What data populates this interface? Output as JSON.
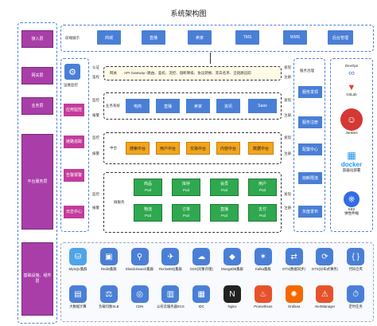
{
  "title": "系统架构图",
  "left_column": [
    {
      "label": "接入层"
    },
    {
      "label": "网关层"
    },
    {
      "label": "业务层"
    },
    {
      "label": "平台服务层"
    },
    {
      "label": "基础设施、组件层"
    }
  ],
  "frontend": {
    "label": "前端展示",
    "systems": [
      "商城",
      "直播",
      "卖家",
      "TMS",
      "WMS",
      "后台管理"
    ]
  },
  "ops": {
    "gateway_monitor": "运维监控",
    "app_monitor": "应用监控",
    "link_trace": "链路追踪",
    "log_alert": "告警报警",
    "log_center": "日志中心"
  },
  "gateway": {
    "label": "网关",
    "content": "API Gateway--路由、鉴权、流控、熔断降级、协议转换、黑白名单、全链路追踪",
    "left_labels": [
      "认证",
      "鉴权"
    ],
    "right_labels": [
      "发现",
      "注册"
    ]
  },
  "business": {
    "label": "业务系统",
    "left_labels": [
      "监控",
      "报警"
    ],
    "right_labels": [
      "发现",
      "注册"
    ],
    "items": [
      "电商",
      "直播",
      "卖家",
      "资讯",
      "Saas"
    ]
  },
  "middle_platform": {
    "label": "中台",
    "left_labels": [
      "监控",
      "报警"
    ],
    "right_labels": [
      "发现",
      "注册"
    ],
    "items": [
      "搜索中台",
      "用户中台",
      "交易中台",
      "内容中台",
      "数据中台"
    ]
  },
  "microservices": {
    "label": "微服务",
    "left_labels": [
      "监控",
      "报警"
    ],
    "right_labels": [
      "发现",
      "注册"
    ],
    "pods_row1": [
      {
        "name": "商品",
        "pod": "Pod"
      },
      {
        "name": "库存",
        "pod": "Pod"
      },
      {
        "name": "会员",
        "pod": "Pod"
      },
      {
        "name": "用户",
        "pod": "Pod"
      }
    ],
    "pods_row2": [
      {
        "name": "物流",
        "pod": "Pod"
      },
      {
        "name": "订单",
        "pod": "Pod"
      },
      {
        "name": "直播",
        "pod": "Pod"
      },
      {
        "name": "支付",
        "pod": "Pod"
      }
    ],
    "pod_row_label": "Pod"
  },
  "governance": {
    "label": "服务治理",
    "items": [
      "服务发现",
      "服务注册",
      "配置中心",
      "熔断限流",
      "灰度发布"
    ]
  },
  "devops": {
    "items": [
      {
        "label": "DevOps",
        "icon": "devops-icon"
      },
      {
        "label": "GitLab",
        "icon": "gitlab-icon"
      },
      {
        "label": "Jenkins",
        "icon": "jenkins-icon"
      },
      {
        "label": "docker",
        "icon": "docker-icon"
      },
      {
        "label": "容器化部署",
        "icon": ""
      },
      {
        "label": "K8S",
        "icon": "k8s-icon"
      },
      {
        "label": "弹性伸缩",
        "icon": ""
      }
    ]
  },
  "infra": {
    "row1": [
      {
        "label": "MySQL集群",
        "icon": "mysql-icon",
        "color": "#4ea5e8"
      },
      {
        "label": "Redis集群",
        "icon": "redis-icon",
        "color": "#4a7fd6"
      },
      {
        "label": "ElasticSearch集群",
        "icon": "elasticsearch-icon",
        "color": "#4a7fd6"
      },
      {
        "label": "RocketMQ集群",
        "icon": "rocketmq-icon",
        "color": "#4a7fd6"
      },
      {
        "label": "OSS(对象存储)",
        "icon": "oss-icon",
        "color": "#4a7fd6"
      },
      {
        "label": "MongoDB集群",
        "icon": "mongodb-icon",
        "color": "#4a7fd6"
      },
      {
        "label": "Kafka集群",
        "icon": "kafka-icon",
        "color": "#4a7fd6"
      },
      {
        "label": "DTS(数据同步)",
        "icon": "dts-icon",
        "color": "#4a7fd6"
      },
      {
        "label": "GTS(分布式事务)",
        "icon": "gts-icon",
        "color": "#4a7fd6"
      },
      {
        "label": "代码仓库",
        "icon": "code-repo-icon",
        "color": "#4a7fd6"
      }
    ],
    "row2": [
      {
        "label": "大数据计算",
        "icon": "bigdata-icon",
        "color": "#4a7fd6"
      },
      {
        "label": "负载均衡SLB",
        "icon": "slb-icon",
        "color": "#4a7fd6"
      },
      {
        "label": "CDN",
        "icon": "cdn-icon",
        "color": "#4a7fd6"
      },
      {
        "label": "公有云服务器ECS",
        "icon": "ecs-icon",
        "color": "#4a7fd6"
      },
      {
        "label": "IDC",
        "icon": "idc-icon",
        "color": "#4a7fd6"
      },
      {
        "label": "Nginx",
        "icon": "nginx-icon",
        "color": "#222222"
      },
      {
        "label": "Prometheus",
        "icon": "prometheus-icon",
        "color": "#e6522c"
      },
      {
        "label": "Grafana",
        "icon": "grafana-icon",
        "color": "#f46800"
      },
      {
        "label": "AlertManager",
        "icon": "alertmanager-icon",
        "color": "#e6522c"
      },
      {
        "label": "定时任务",
        "icon": "scheduler-icon",
        "color": "#4a7fd6"
      }
    ]
  }
}
